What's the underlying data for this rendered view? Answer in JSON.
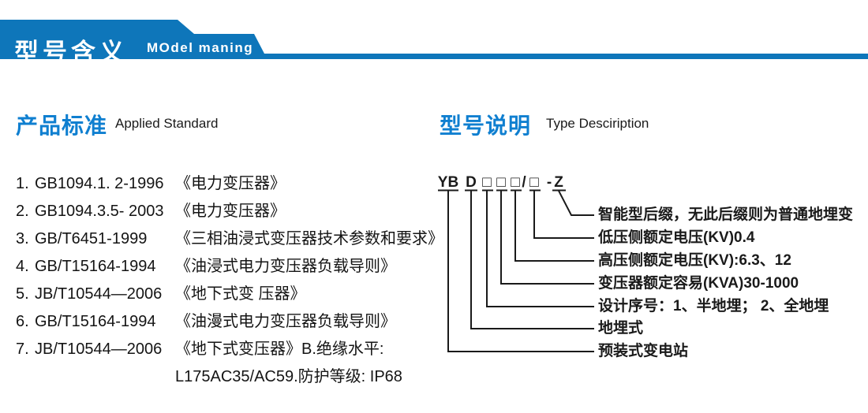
{
  "colors": {
    "band_blue": "#0e76ba",
    "heading_blue": "#0f7fd0",
    "text_dark": "#1a1a1a"
  },
  "header": {
    "title": "型号含义",
    "subtitle": "MOdel maning"
  },
  "left_section": {
    "heading_zh": "产品标准",
    "heading_en": "Applied Standard",
    "items": [
      {
        "num": "1.",
        "code": "GB1094.1. 2-1996",
        "title": "《电力变压器》"
      },
      {
        "num": "2.",
        "code": "GB1094.3.5- 2003",
        "title": "《电力变压器》"
      },
      {
        "num": "3.",
        "code": "GB/T6451-1999",
        "title": "《三相油浸式变压器技术参数和要求》"
      },
      {
        "num": "4.",
        "code": "GB/T15164-1994",
        "title": "《油浸式电力变压器负载导则》"
      },
      {
        "num": "5.",
        "code": "JB/T10544—2006",
        "title": "《地下式变 压器》"
      },
      {
        "num": "6.",
        "code": "GB/T15164-1994",
        "title": "《油漫式电力变压器负载导则》"
      },
      {
        "num": "7.",
        "code": "JB/T10544—2006",
        "title": "《地下式变压器》B.绝缘水平:"
      },
      {
        "num": "",
        "code": "",
        "title": "L175AC35/AC59.防护等级: IP68"
      }
    ]
  },
  "right_section": {
    "heading_zh": "型号说明",
    "heading_en": "Type Desciription",
    "model_code_parts": [
      "YB",
      "D",
      "□",
      "□",
      "□",
      "/",
      "□",
      "-",
      "Z"
    ],
    "labels": [
      "智能型后缀，无此后缀则为普通地埋变",
      "低压侧额定电压(KV)0.4",
      "高压侧额定电压(KV):6.3、12",
      "变压器额定容易(KVA)30-1000",
      "设计序号：1、半地埋； 2、全地埋",
      "地埋式",
      "预装式变电站"
    ]
  }
}
